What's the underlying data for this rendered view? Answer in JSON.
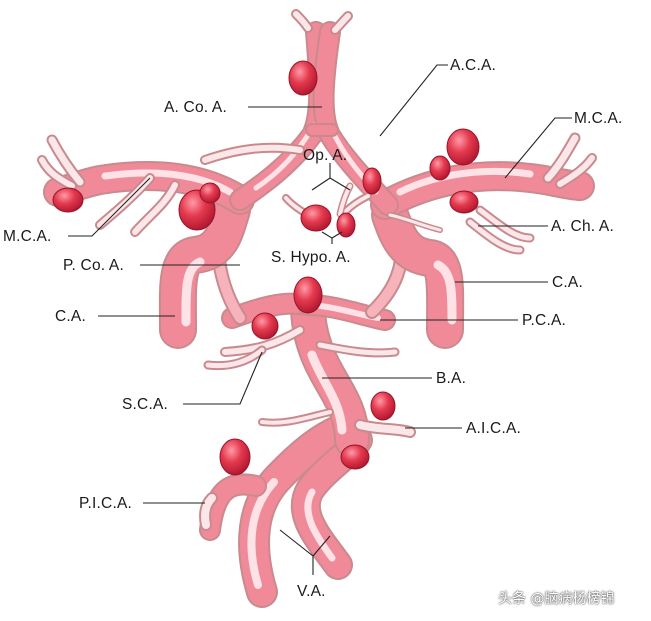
{
  "labels": {
    "aca": "A.C.A.",
    "acoa": "A. Co. A.",
    "mca_right": "M.C.A.",
    "mca_left": "M.C.A.",
    "opa": "Op. A.",
    "acha": "A. Ch. A.",
    "pcoa": "P. Co. A.",
    "shypoa": "S. Hypo. A.",
    "ca_right": "C.A.",
    "ca_left": "C.A.",
    "pca": "P.C.A.",
    "ba": "B.A.",
    "sca": "S.C.A.",
    "aica": "A.I.C.A.",
    "pica": "P.I.C.A.",
    "va": "V.A."
  },
  "watermark": "头条 @脑病杨榜锦",
  "colors": {
    "vessel_outline": "#c98a8e",
    "vessel_fill": "#f08a98",
    "vessel_highlight": "#ffe2e6",
    "aneurysm_dark": "#b81a33",
    "aneurysm_mid": "#e4394f",
    "aneurysm_light": "#ff9aa6"
  }
}
